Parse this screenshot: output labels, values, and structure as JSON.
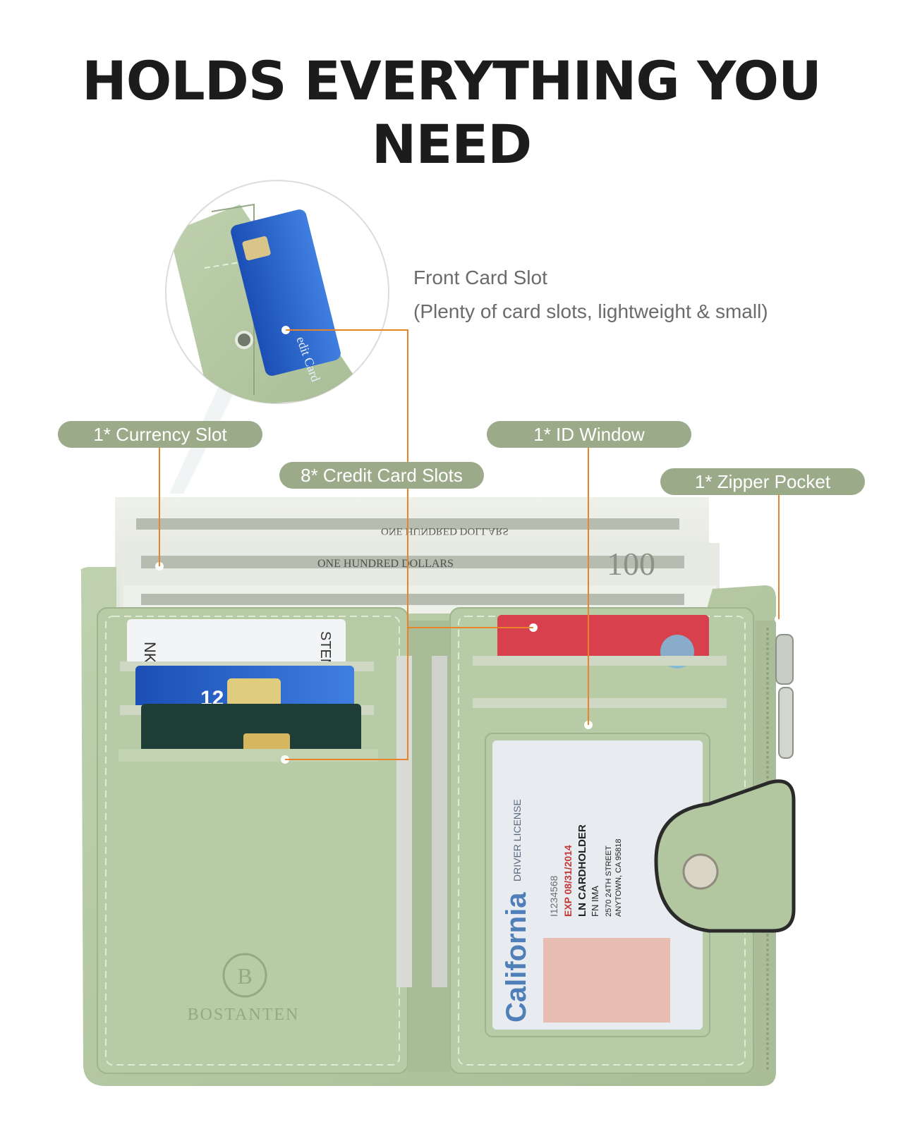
{
  "headline": "HOLDS EVERYTHING YOU NEED",
  "front_card_slot": {
    "title": "Front Card Slot",
    "subtitle": "(Plenty of card slots, lightweight & small)"
  },
  "labels": {
    "currency": "1* Currency Slot",
    "credit": "8* Credit Card Slots",
    "id_window": "1* ID Window",
    "zipper": "1* Zipper Pocket"
  },
  "brand": "BOSTANTEN",
  "bill_text": "ONE HUNDRED DOLLARS",
  "bill_value": "100",
  "license": {
    "state": "California",
    "type": "DRIVER LICENSE",
    "exp": "EXP 08/31/2014",
    "name": "LN CARDHOLDER",
    "first": "FN IMA",
    "address": "2570 24TH STREET",
    "city": "ANYTOWN, CA 95818",
    "number": "I1234568"
  },
  "card_text": {
    "credit_card": "edit Card",
    "number_fragment": "12",
    "bank_left": "NK",
    "bank_right": "STEM"
  },
  "colors": {
    "accent_line": "#e8832a",
    "pill": "#9bab8a",
    "leather": "#b4c8a3"
  }
}
